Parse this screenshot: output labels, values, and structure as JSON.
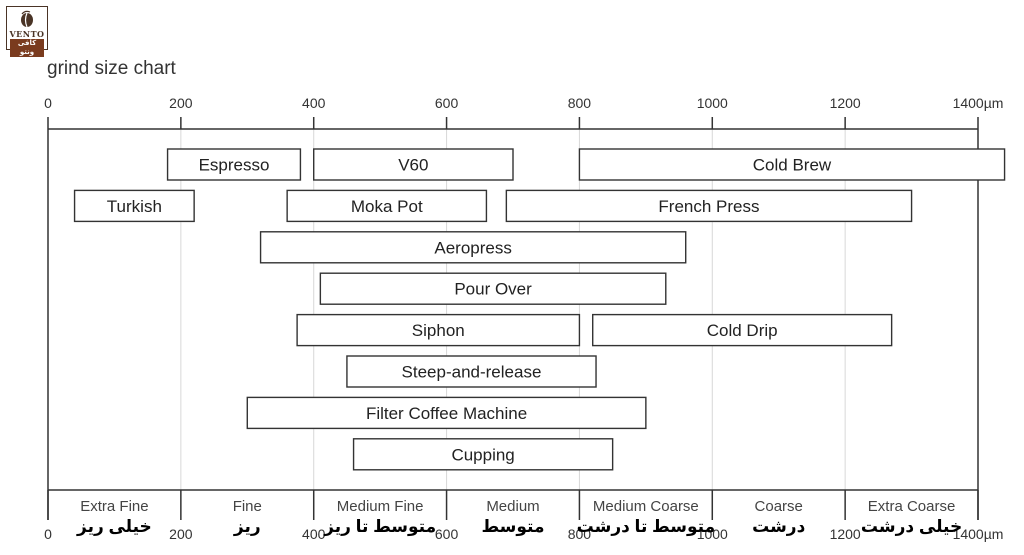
{
  "logo": {
    "brand": "VENTO",
    "brand_fa": "کافی ونتو",
    "icon": "coffee-bean-icon",
    "color": "#4a3426",
    "accent": "#7a3b1e"
  },
  "chart_data": {
    "type": "bar",
    "orientation": "horizontal-range",
    "title": "grind size chart",
    "unit": "µm",
    "xlim": [
      0,
      1400
    ],
    "ticks": [
      {
        "value": 0,
        "label": "0"
      },
      {
        "value": 200,
        "label": "200"
      },
      {
        "value": 400,
        "label": "400"
      },
      {
        "value": 600,
        "label": "600"
      },
      {
        "value": 800,
        "label": "800"
      },
      {
        "value": 1000,
        "label": "1000"
      },
      {
        "value": 1200,
        "label": "1200"
      },
      {
        "value": 1400,
        "label": "1400µm"
      }
    ],
    "grid": true,
    "bars": [
      {
        "row": 0,
        "label": "Espresso",
        "start": 180,
        "end": 380
      },
      {
        "row": 0,
        "label": "V60",
        "start": 400,
        "end": 700
      },
      {
        "row": 0,
        "label": "Cold Brew",
        "start": 800,
        "end": 1440
      },
      {
        "row": 1,
        "label": "Turkish",
        "start": 40,
        "end": 220
      },
      {
        "row": 1,
        "label": "Moka Pot",
        "start": 360,
        "end": 660
      },
      {
        "row": 1,
        "label": "French Press",
        "start": 690,
        "end": 1300
      },
      {
        "row": 2,
        "label": "Aeropress",
        "start": 320,
        "end": 960
      },
      {
        "row": 3,
        "label": "Pour Over",
        "start": 410,
        "end": 930
      },
      {
        "row": 4,
        "label": "Siphon",
        "start": 375,
        "end": 800
      },
      {
        "row": 4,
        "label": "Cold Drip",
        "start": 820,
        "end": 1270
      },
      {
        "row": 5,
        "label": "Steep-and-release",
        "start": 450,
        "end": 825
      },
      {
        "row": 6,
        "label": "Filter Coffee Machine",
        "start": 300,
        "end": 900
      },
      {
        "row": 7,
        "label": "Cupping",
        "start": 460,
        "end": 850
      }
    ],
    "bands": [
      {
        "label": "Extra Fine",
        "label_fa": "خیلی ریز",
        "start": 0,
        "end": 200
      },
      {
        "label": "Fine",
        "label_fa": "ریز",
        "start": 200,
        "end": 400
      },
      {
        "label": "Medium Fine",
        "label_fa": "متوسط تا ریز",
        "start": 400,
        "end": 600
      },
      {
        "label": "Medium",
        "label_fa": "متوسط",
        "start": 600,
        "end": 800
      },
      {
        "label": "Medium Coarse",
        "label_fa": "متوسط تا درشت",
        "start": 800,
        "end": 1000
      },
      {
        "label": "Coarse",
        "label_fa": "درشت",
        "start": 1000,
        "end": 1200
      },
      {
        "label": "Extra Coarse",
        "label_fa": "خیلی درشت",
        "start": 1200,
        "end": 1400
      }
    ]
  }
}
